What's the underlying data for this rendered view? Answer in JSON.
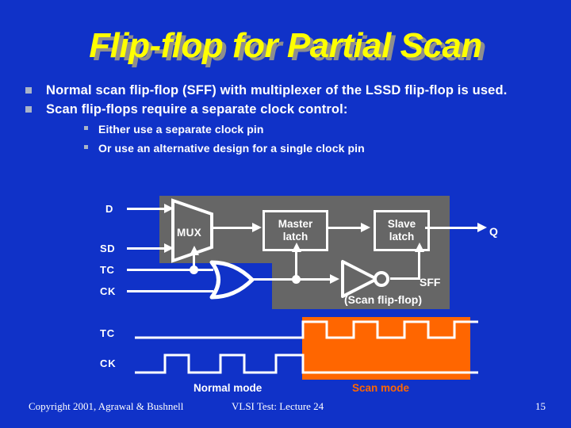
{
  "slide": {
    "title": "Flip-flop for Partial Scan",
    "background_color": "#1032C8",
    "title_color": "#FFFF00",
    "title_shadow_color": "#8E8E8E"
  },
  "bullets": {
    "level1": [
      "Normal scan flip-flop (SFF) with multiplexer of the LSSD flip-flop is used.",
      "Scan flip-flops require a separate clock control:"
    ],
    "level2": [
      "Either use a separate clock pin",
      "Or use an alternative design for a single clock pin"
    ]
  },
  "diagram": {
    "block_color": "#666666",
    "input_labels": [
      "D",
      "SD",
      "TC",
      "CK"
    ],
    "output_label": "Q",
    "mux_label": "MUX",
    "master_latch_label": "Master\nlatch",
    "master_latch_line1": "Master",
    "master_latch_line2": "latch",
    "slave_latch_line1": "Slave",
    "slave_latch_line2": "latch",
    "sff_label": "SFF",
    "sff_sublabel": "(Scan flip-flop)",
    "gates": {
      "or_gate": "or-gate",
      "inverter": "inverter-with-bubble"
    }
  },
  "timing": {
    "signals": [
      "TC",
      "CK"
    ],
    "normal_mode_label": "Normal mode",
    "scan_mode_label": "Scan mode",
    "scan_mode_color": "#FF6600",
    "normal_mode_color": "#FFFFFF"
  },
  "chart_data": {
    "type": "line",
    "title": "TC / CK timing waveform",
    "xlabel": "",
    "ylabel": "",
    "series": [
      {
        "name": "TC",
        "description": "Low during normal mode, pulses high during scan mode",
        "normal_mode_level": 0,
        "scan_mode_pulses": 3
      },
      {
        "name": "CK",
        "description": "Three clock pulses in normal mode, held low (flat) in scan mode",
        "normal_mode_pulses": 3,
        "scan_mode_level": 0
      }
    ],
    "regions": [
      {
        "label": "Normal mode",
        "color": "#FFFFFF"
      },
      {
        "label": "Scan mode",
        "color": "#FF6600"
      }
    ]
  },
  "footer": {
    "copyright": "Copyright 2001, Agrawal & Bushnell",
    "course": "VLSI Test: Lecture 24",
    "page": "15"
  }
}
